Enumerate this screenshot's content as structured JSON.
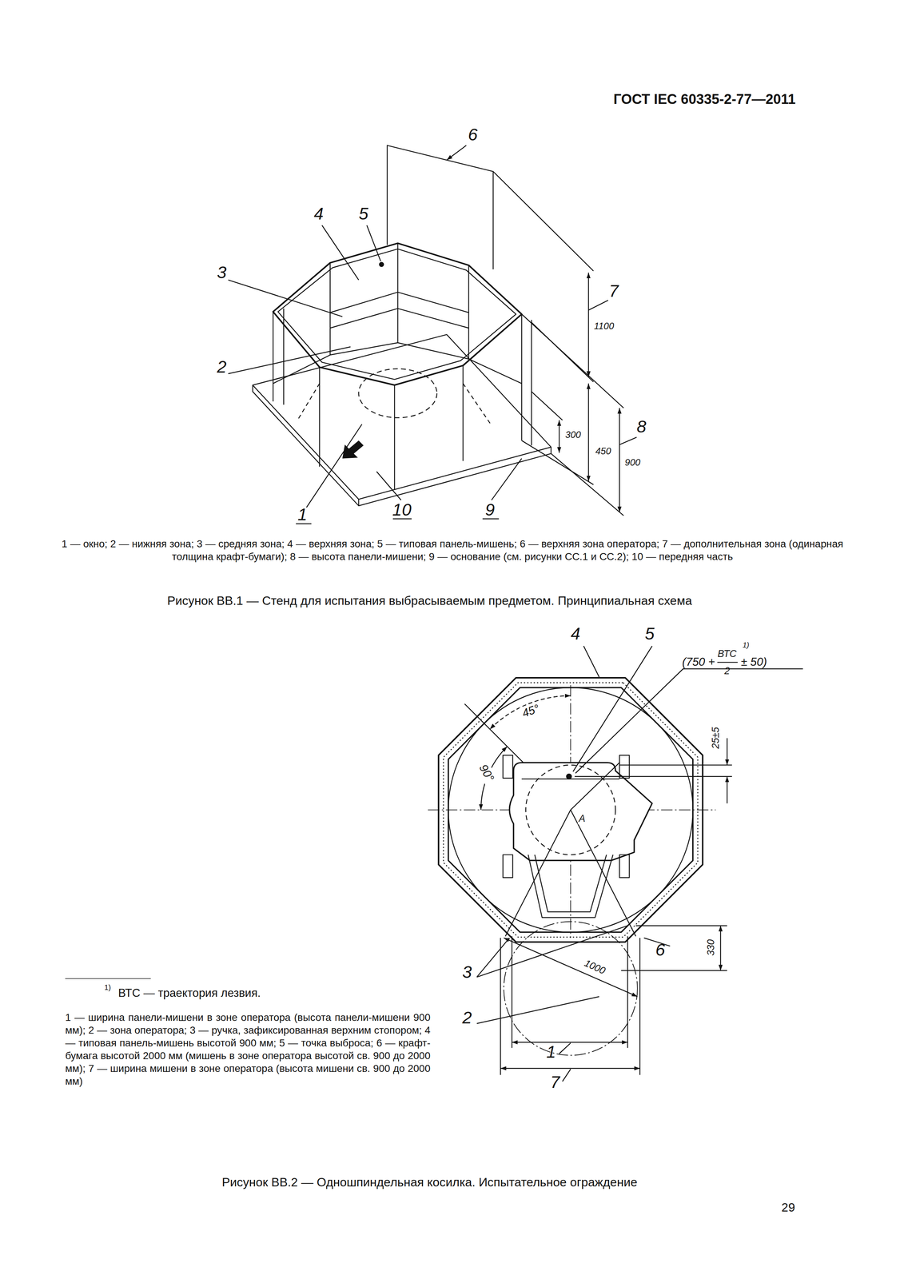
{
  "diagram": {
    "labels": [
      "ГОСТ IEC 60335-2-77—2011",
      "6",
      "4",
      "5",
      "3",
      "2",
      "7",
      "1100",
      "8",
      "300",
      "450",
      "900",
      "1",
      "10",
      "9",
      "1 — окно; 2 — нижняя зона; 3 — средняя зона; 4 — верхняя зона; 5 — типовая панель-мишень; 6 — верхняя зона оператора; 7 — дополнительная зона (одинарная толщина крафт-бумаги); 8 — высота панели-мишени; 9 — основание (см. рисунки СС.1 и СС.2); 10 — передняя часть",
      "Рисунок ВВ.1 — Стенд для испытания выбрасываемым предметом. Принципиальная схема",
      "4",
      "5",
      "(750 +",
      "ВТС",
      "1)",
      "2",
      "± 50)",
      "45°",
      "90°",
      "25±5",
      "A",
      "330",
      "6",
      "3",
      "1000",
      "2",
      "1",
      "7",
      "1)",
      "ВТС — траектория лезвия.",
      "1 — ширина панели-мишени в зоне оператора (высота панели-мишени 900 мм); 2 — зона оператора; 3 — ручка, зафиксированная верхним стопором; 4 — типовая панель-мишень высотой 900 мм; 5 — точка выброса; 6 — крафт-бумага высотой 2000 мм (мишень в зоне оператора высотой св. 900 до 2000 мм); 7 — ширина мишени в зоне оператора (высота мишени св. 900 до 2000 мм)",
      "Рисунок ВВ.2 — Одношпиндельная косилка. Испытательное ограждение",
      "29"
    ]
  }
}
